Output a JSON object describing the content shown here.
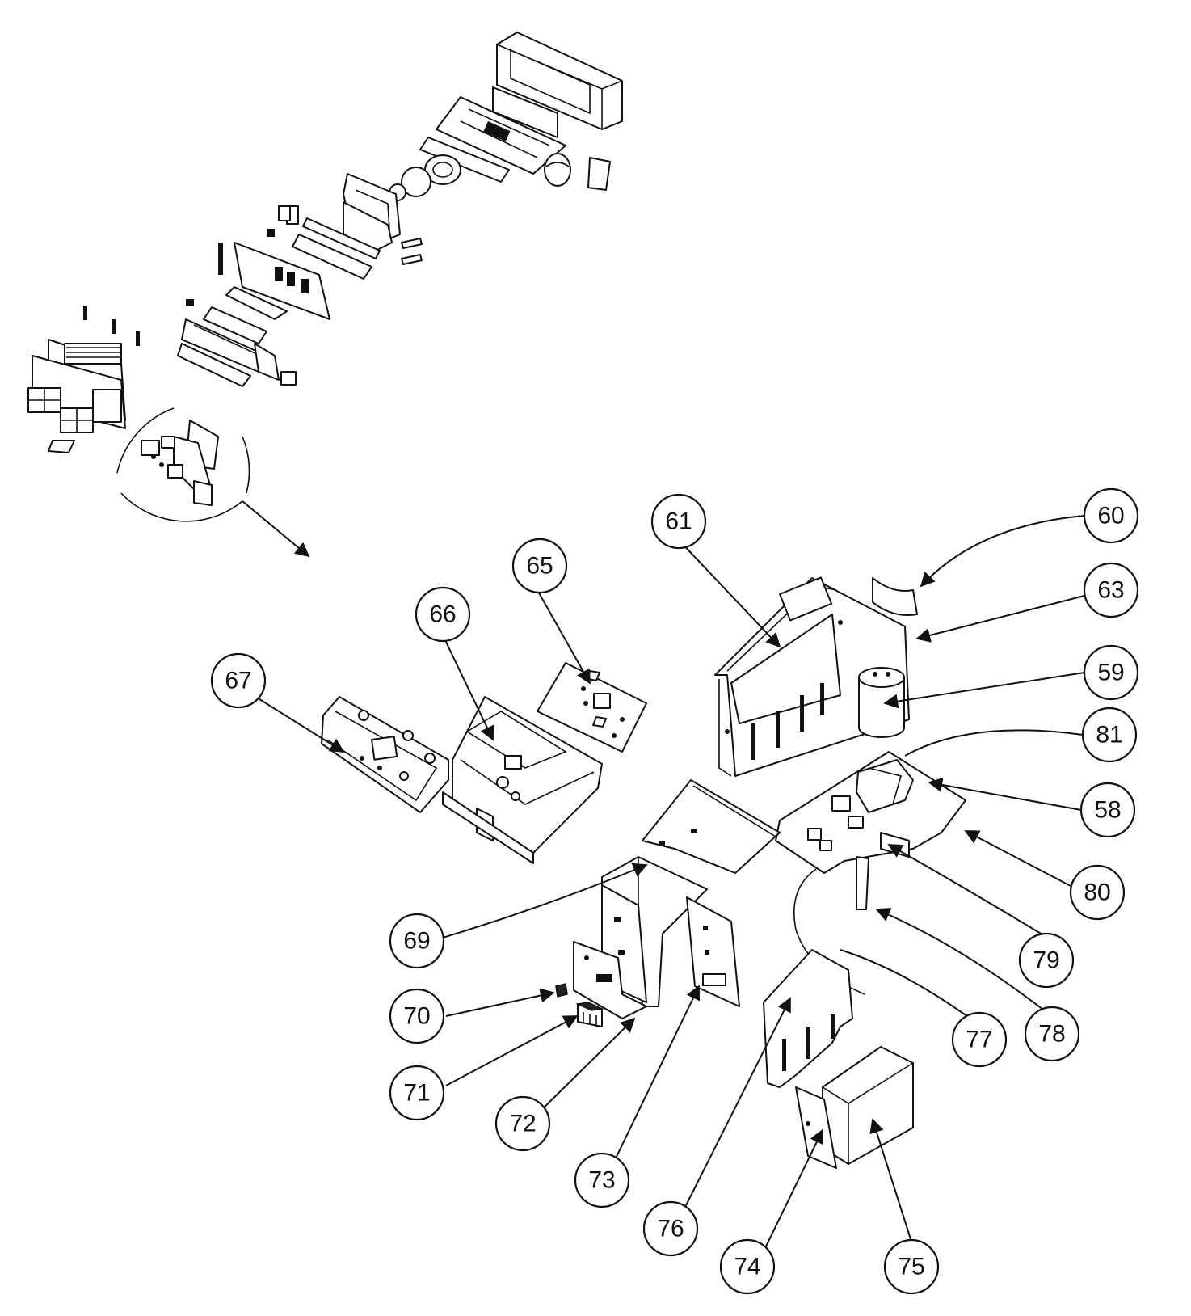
{
  "callouts": [
    {
      "id": "60",
      "label": "60"
    },
    {
      "id": "61",
      "label": "61"
    },
    {
      "id": "63",
      "label": "63"
    },
    {
      "id": "59",
      "label": "59"
    },
    {
      "id": "81",
      "label": "81"
    },
    {
      "id": "58",
      "label": "58"
    },
    {
      "id": "80",
      "label": "80"
    },
    {
      "id": "79",
      "label": "79"
    },
    {
      "id": "78",
      "label": "78"
    },
    {
      "id": "77",
      "label": "77"
    },
    {
      "id": "65",
      "label": "65"
    },
    {
      "id": "66",
      "label": "66"
    },
    {
      "id": "67",
      "label": "67"
    },
    {
      "id": "69",
      "label": "69"
    },
    {
      "id": "70",
      "label": "70"
    },
    {
      "id": "71",
      "label": "71"
    },
    {
      "id": "72",
      "label": "72"
    },
    {
      "id": "73",
      "label": "73"
    },
    {
      "id": "76",
      "label": "76"
    },
    {
      "id": "74",
      "label": "74"
    },
    {
      "id": "75",
      "label": "75"
    }
  ]
}
